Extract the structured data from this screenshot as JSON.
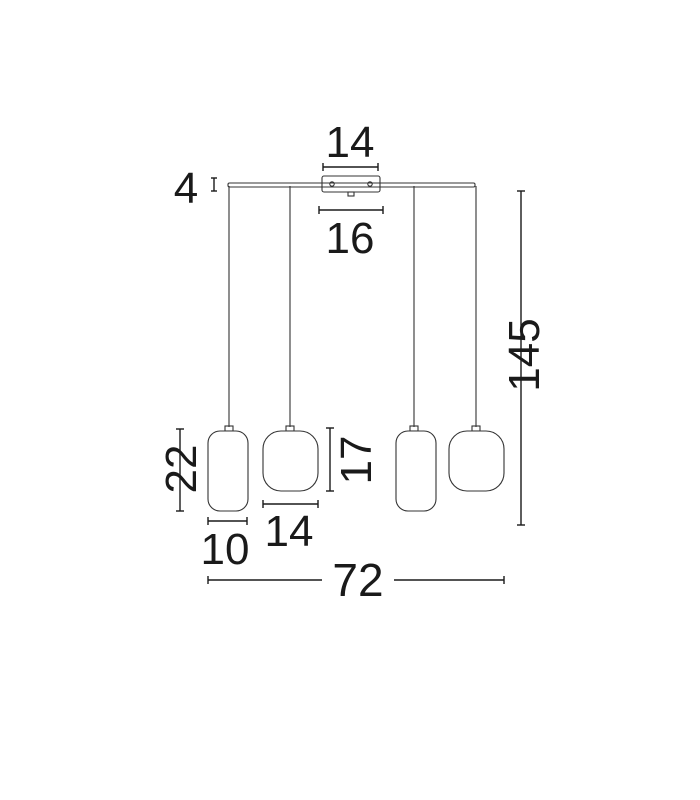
{
  "diagram": {
    "dimensions": {
      "canopy_top_width": "14",
      "canopy_bottom_width": "16",
      "bar_height": "4",
      "total_height": "145",
      "shade_height_tall": "22",
      "shade_width_tall": "10",
      "shade_width_round": "14",
      "shade_height_round": "17",
      "total_width": "72"
    },
    "colors": {
      "line": "#1a1a1a",
      "wire": "#333333",
      "background": "#ffffff"
    }
  }
}
